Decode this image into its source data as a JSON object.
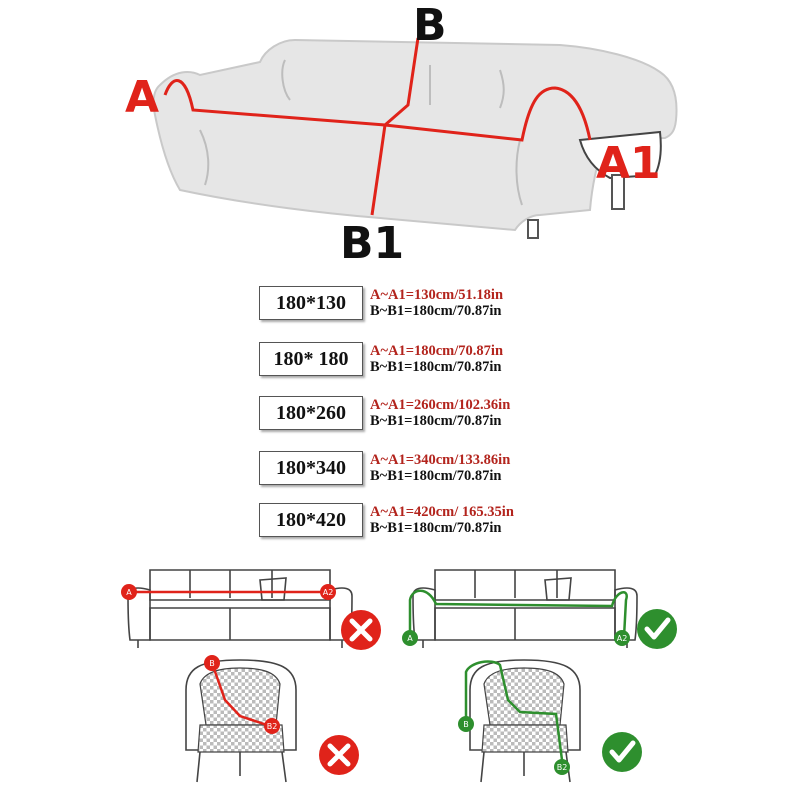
{
  "top_labels": {
    "a": "A",
    "a1": "A1",
    "b": "B",
    "b1": "B1"
  },
  "sizes": [
    {
      "size": "180*130",
      "a_line": "A~A1=130cm/51.18in",
      "b_line": "B~B1=180cm/70.87in"
    },
    {
      "size": "180* 180",
      "a_line": "A~A1=180cm/70.87in",
      "b_line": "B~B1=180cm/70.87in"
    },
    {
      "size": "180*260",
      "a_line": "A~A1=260cm/102.36in",
      "b_line": "B~B1=180cm/70.87in"
    },
    {
      "size": "180*340",
      "a_line": "A~A1=340cm/133.86in",
      "b_line": "B~B1=180cm/70.87in"
    },
    {
      "size": "180*420",
      "a_line": "A~A1=420cm/ 165.35in",
      "b_line": "B~B1=180cm/70.87in"
    }
  ],
  "examples": {
    "sofa_wrong": {
      "start": "A",
      "end": "A2",
      "verdict": "wrong"
    },
    "sofa_right": {
      "start": "A",
      "end": "A2",
      "verdict": "right"
    },
    "chair_wrong": {
      "start": "B",
      "end": "B2",
      "verdict": "wrong"
    },
    "chair_right": {
      "start": "B",
      "end": "B2",
      "verdict": "right"
    }
  },
  "colors": {
    "accent_red": "#e0231a",
    "dim_red": "#b3241d",
    "accent_green": "#2e8f2e",
    "sofa_fill": "#e6e6e6",
    "outline": "#444444"
  }
}
